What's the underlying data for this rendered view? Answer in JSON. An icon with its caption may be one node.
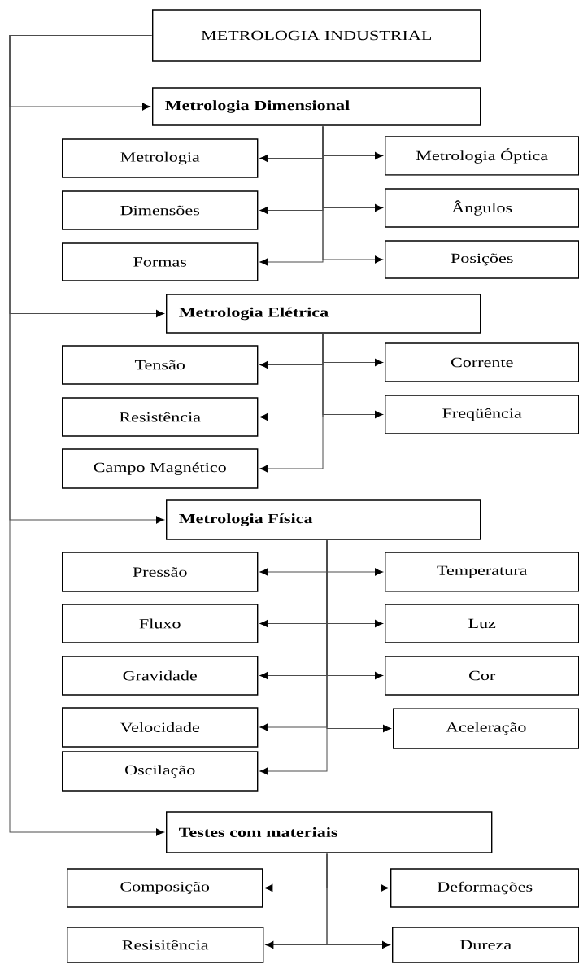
{
  "diagram": {
    "nodes": [
      {
        "text": [
          "METROLOGIA INDUSTRIAL"
        ]
      },
      {
        "text": [
          "Metrologia Dimensional"
        ]
      },
      {
        "text": [
          "Metrologia"
        ]
      },
      {
        "text": [
          "Metrologia Óptica"
        ]
      },
      {
        "text": [
          "Dimensões"
        ]
      },
      {
        "text": [
          "Ângulos"
        ]
      },
      {
        "text": [
          "Formas"
        ]
      },
      {
        "text": [
          "Posições"
        ]
      },
      {
        "text": [
          "Metrologia Elétrica"
        ]
      },
      {
        "text": [
          "Tensão"
        ]
      },
      {
        "text": [
          "Corrente"
        ]
      },
      {
        "text": [
          "Resistência"
        ]
      },
      {
        "text": [
          "Freqüência"
        ]
      },
      {
        "text": [
          "Campo Magnético"
        ]
      },
      {
        "text": [
          "Metrologia Física"
        ]
      },
      {
        "text": [
          "Pressão"
        ]
      },
      {
        "text": [
          "Temperatura"
        ]
      },
      {
        "text": [
          "Fluxo"
        ]
      },
      {
        "text": [
          "Luz"
        ]
      },
      {
        "text": [
          "Gravidade"
        ]
      },
      {
        "text": [
          "Cor"
        ]
      },
      {
        "text": [
          "Velocidade"
        ]
      },
      {
        "text": [
          "Aceleração"
        ]
      },
      {
        "text": [
          "Oscilação"
        ]
      },
      {
        "text": [
          "Testes com materiais"
        ]
      },
      {
        "text": [
          "Composição"
        ]
      },
      {
        "text": [
          "Deformações"
        ]
      },
      {
        "text": [
          "Resisitência"
        ]
      },
      {
        "text": [
          "Dureza"
        ]
      }
    ],
    "edges": [
      {
        "from": 0,
        "to": 1,
        "arrow": "to"
      },
      {
        "from": 0,
        "to": 8,
        "arrow": "to"
      },
      {
        "from": 0,
        "to": 14,
        "arrow": "to"
      },
      {
        "from": 0,
        "to": 24,
        "arrow": "to"
      },
      {
        "from": 1,
        "to": 2,
        "arrow": "to"
      },
      {
        "from": 1,
        "to": 3,
        "arrow": "to"
      },
      {
        "from": 1,
        "to": 4,
        "arrow": "to"
      },
      {
        "from": 1,
        "to": 5,
        "arrow": "to"
      },
      {
        "from": 1,
        "to": 6,
        "arrow": "to"
      },
      {
        "from": 1,
        "to": 7,
        "arrow": "to"
      },
      {
        "from": 8,
        "to": 9,
        "arrow": "to"
      },
      {
        "from": 8,
        "to": 10,
        "arrow": "to"
      },
      {
        "from": 8,
        "to": 11,
        "arrow": "to"
      },
      {
        "from": 8,
        "to": 12,
        "arrow": "to"
      },
      {
        "from": 8,
        "to": 13,
        "arrow": "to"
      },
      {
        "from": 14,
        "to": 15,
        "arrow": "to"
      },
      {
        "from": 14,
        "to": 16,
        "arrow": "to"
      },
      {
        "from": 14,
        "to": 17,
        "arrow": "to"
      },
      {
        "from": 14,
        "to": 18,
        "arrow": "to"
      },
      {
        "from": 14,
        "to": 19,
        "arrow": "to"
      },
      {
        "from": 14,
        "to": 20,
        "arrow": "to"
      },
      {
        "from": 14,
        "to": 21,
        "arrow": "to"
      },
      {
        "from": 14,
        "to": 22,
        "arrow": "to"
      },
      {
        "from": 14,
        "to": 23,
        "arrow": "to"
      },
      {
        "from": 24,
        "to": 25,
        "arrow": "to"
      },
      {
        "from": 24,
        "to": 26,
        "arrow": "to"
      },
      {
        "from": 24,
        "to": 27,
        "arrow": "to"
      },
      {
        "from": 24,
        "to": 28,
        "arrow": "to"
      }
    ]
  }
}
